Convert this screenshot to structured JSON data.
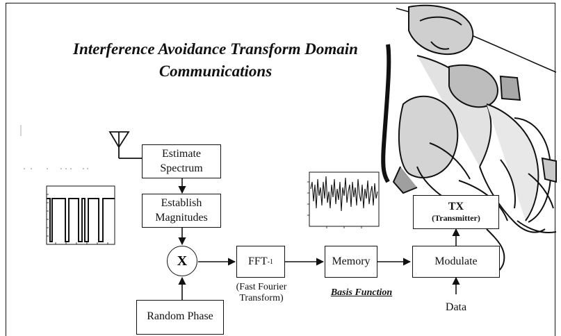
{
  "title": {
    "line1": "Interference Avoidance Transform Domain",
    "line2": "Communications"
  },
  "blocks": {
    "estimate_line1": "Estimate",
    "estimate_line2": "Spectrum",
    "establish_line1": "Establish",
    "establish_line2": "Magnitudes",
    "multiply_symbol": "X",
    "fft_label": "FFT",
    "fft_sup": "-1",
    "fft_caption_line1": "(Fast Fourier",
    "fft_caption_line2": "Transform)",
    "memory": "Memory",
    "basis_function": "Basis Function",
    "modulate": "Modulate",
    "tx_line1": "TX",
    "tx_line2": "(Transmitter)",
    "data": "Data",
    "random_phase": "Random Phase"
  },
  "icons": [
    "antenna-icon",
    "soldiers-illustration"
  ],
  "colors": {
    "line": "#111111",
    "background": "#ffffff"
  }
}
